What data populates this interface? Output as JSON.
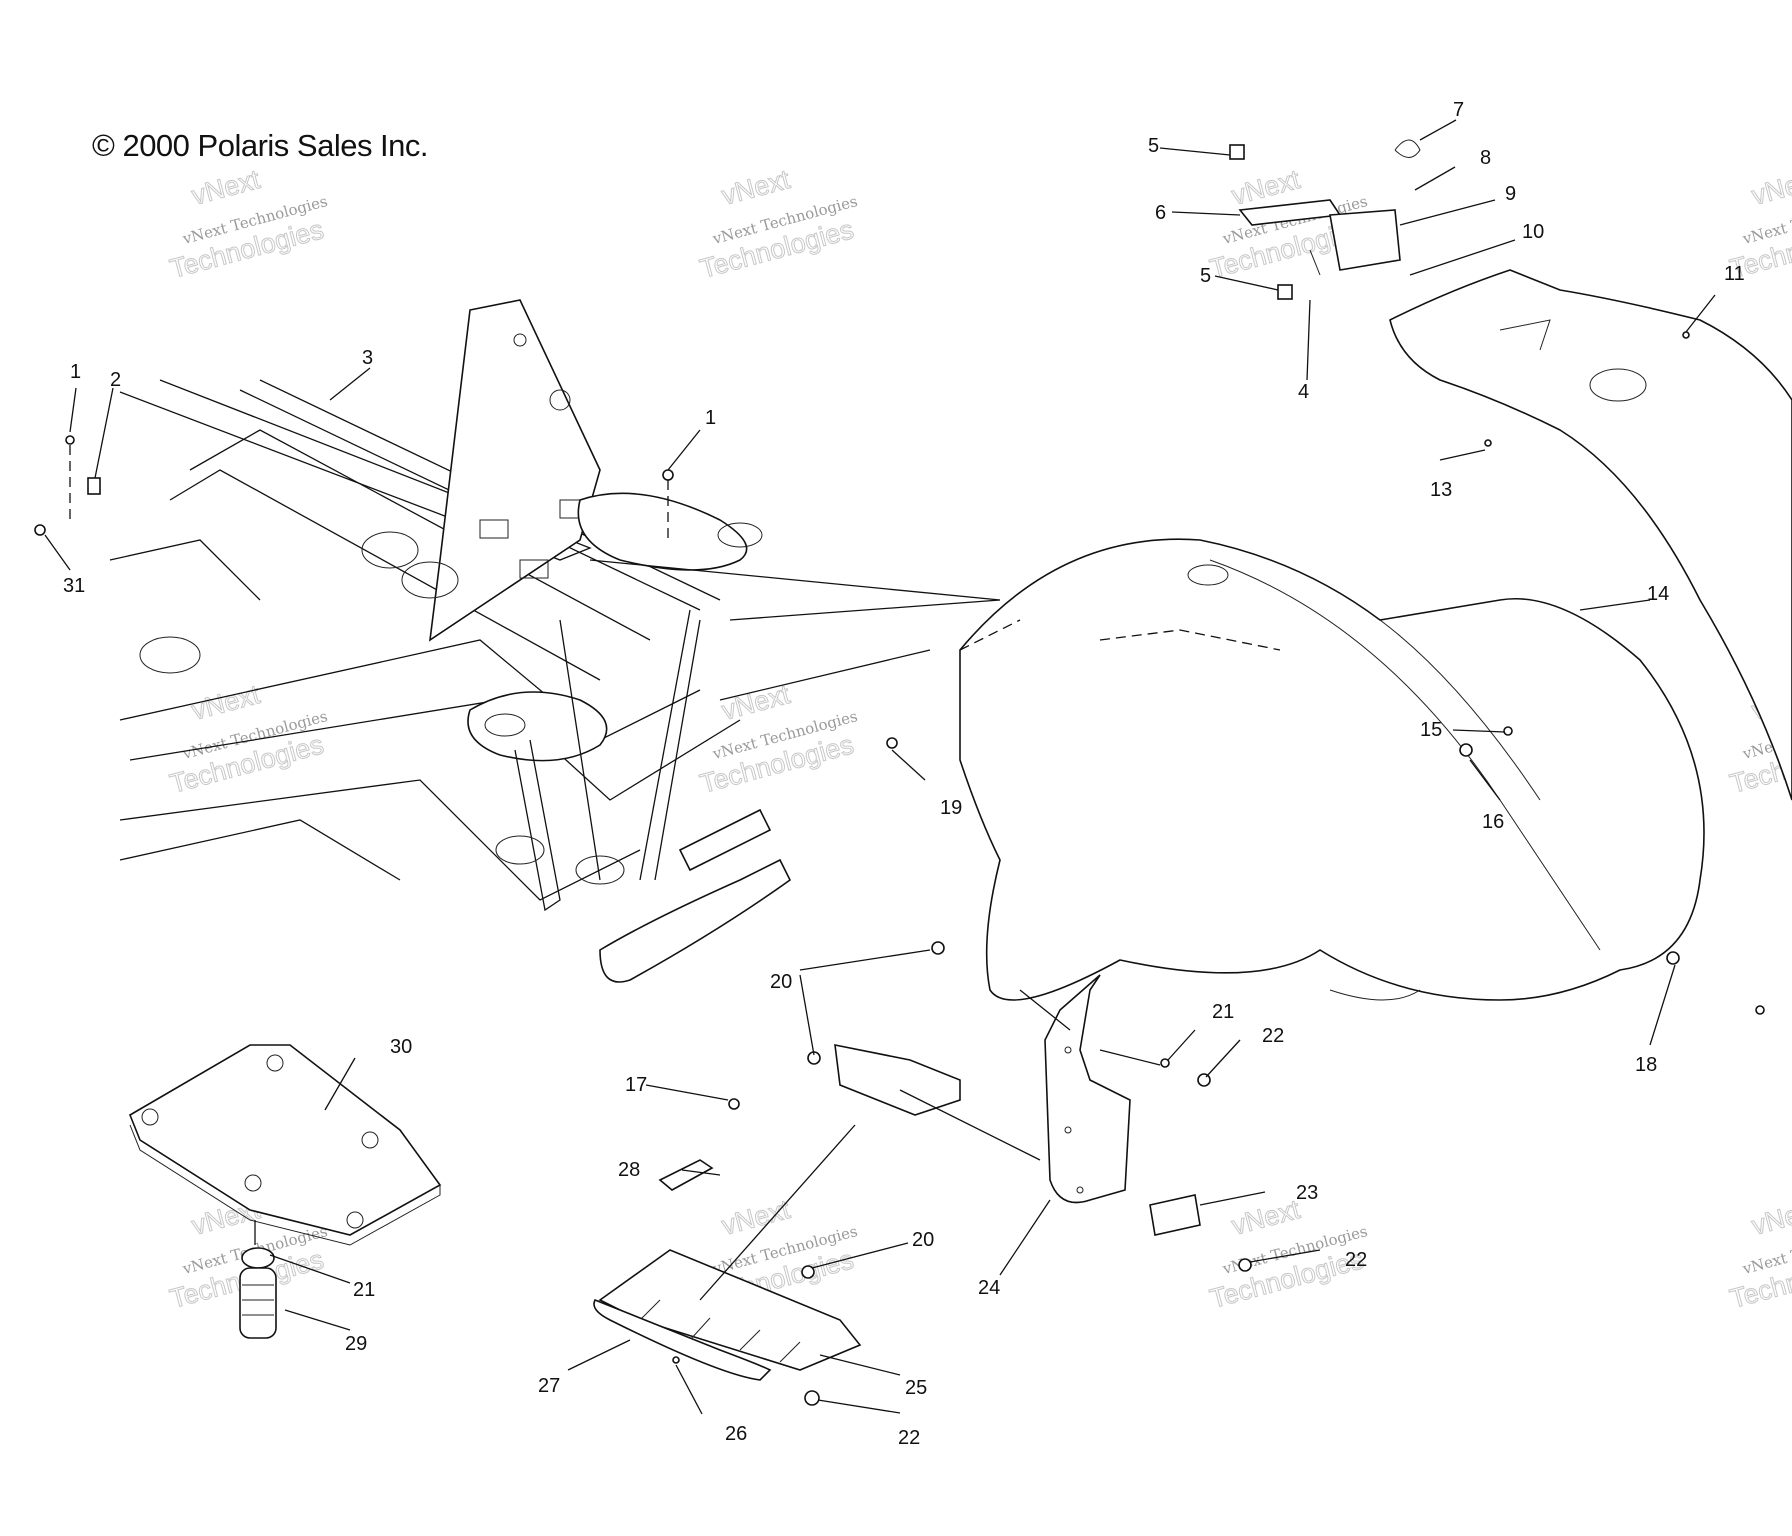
{
  "copyright": "© 2000 Polaris Sales Inc.",
  "watermark": {
    "brand": "vNext",
    "company": "vNext Technologies",
    "big": "Technologies"
  },
  "callouts": [
    "1",
    "2",
    "3",
    "1",
    "31",
    "5",
    "6",
    "7",
    "8",
    "9",
    "10",
    "5",
    "4",
    "11",
    "13",
    "14",
    "15",
    "16",
    "19",
    "18",
    "20",
    "21",
    "22",
    "17",
    "28",
    "30",
    "20",
    "23",
    "22",
    "24",
    "21",
    "29",
    "27",
    "25",
    "26",
    "22"
  ],
  "diagram_parts": [
    "frame",
    "front-fender",
    "rear-fender",
    "mud-flap",
    "footrest",
    "skid-plate",
    "tail-light",
    "bumper-pad",
    "mount-bolt"
  ]
}
